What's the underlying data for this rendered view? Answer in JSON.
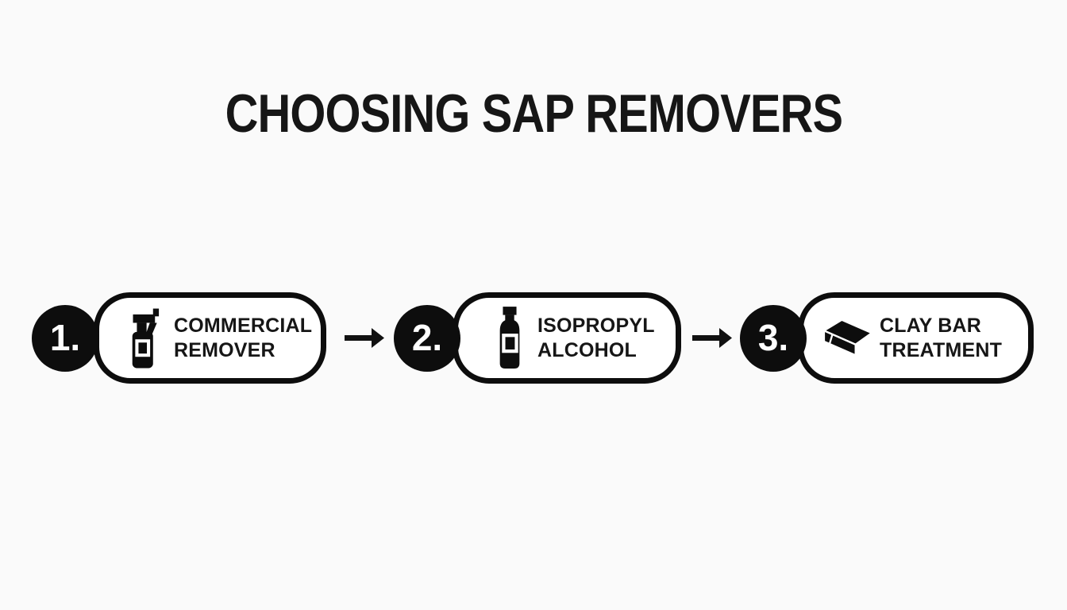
{
  "title": "CHOOSING SAP REMOVERS",
  "colors": {
    "background": "#fafafa",
    "ink": "#0d0d0d",
    "pill_fill": "#ffffff",
    "badge_text": "#ffffff"
  },
  "steps": [
    {
      "number": "1.",
      "icon": "spray-bottle-icon",
      "label_lines": [
        "COMMERCIAL",
        "REMOVER"
      ]
    },
    {
      "number": "2.",
      "icon": "alcohol-bottle-icon",
      "label_lines": [
        "ISOPROPYL",
        "ALCOHOL"
      ]
    },
    {
      "number": "3.",
      "icon": "clay-bar-icon",
      "label_lines": [
        "CLAY BAR",
        "TREATMENT"
      ]
    }
  ],
  "connectors": [
    {
      "icon": "arrow-right-icon",
      "direction": "right"
    },
    {
      "icon": "arrow-right-icon",
      "direction": "right"
    }
  ]
}
